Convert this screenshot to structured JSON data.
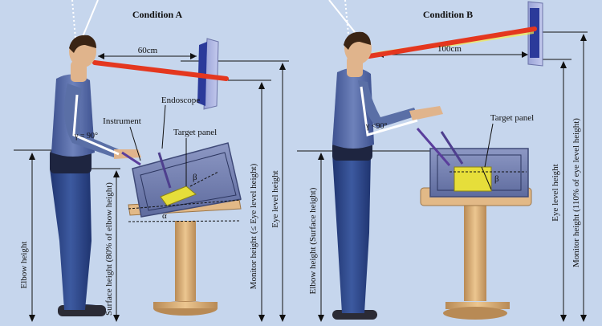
{
  "panel_a": {
    "title": "Condition A",
    "distance": "60cm",
    "labels": {
      "endoscope": "Endoscope",
      "instrument": "Instrument",
      "target": "Target panel",
      "beta": "β",
      "alpha": "α",
      "gamma": "γ = 90°"
    },
    "axes": {
      "elbow": "Elbow height",
      "surface": "Surface height (80% of elbow height)",
      "monitor": "Monitor height (≤ Eye level height)",
      "eye": "Eye level height"
    }
  },
  "panel_b": {
    "title": "Condition B",
    "distance": "100cm",
    "labels": {
      "target": "Target panel",
      "beta": "β",
      "gamma": "γ <90°"
    },
    "axes": {
      "elbow": "Elbow height (Surface height)",
      "eye": "Eye level height",
      "monitor": "Monitor height (110% of eye level height)"
    }
  },
  "colors": {
    "background": "#c6d6ed",
    "shirt": "#5a6fa6",
    "trousers": "#2f4a8a",
    "skin": "#e0b48c",
    "sightline": "#e4371f",
    "box": "#7a87b5",
    "target": "#e6de3a",
    "table": "#d9b17c"
  }
}
